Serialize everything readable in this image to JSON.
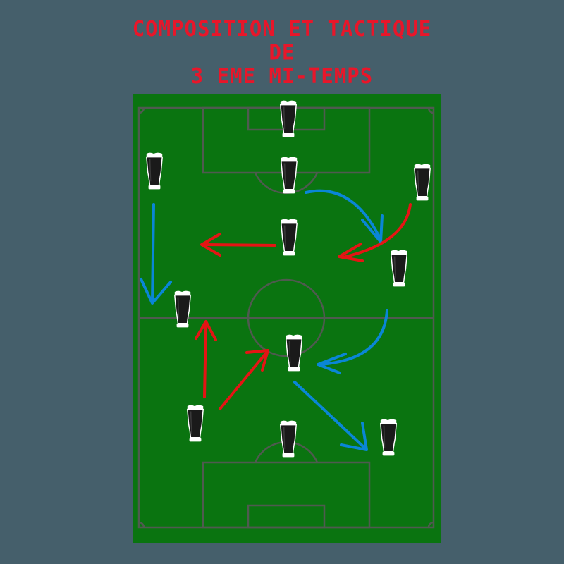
{
  "title": {
    "line1": "COMPOSITION ET TACTIQUE",
    "line2": "DE",
    "line3": "3 EME MI-TEMPS"
  },
  "colors": {
    "background": "#455f6b",
    "pitch": "#0a7410",
    "lines": "#4f5a4f",
    "title": "#e8162a",
    "arrow_red": "#e51414",
    "arrow_blue": "#0a86d6",
    "glass_beer": "#1a1a1a",
    "glass_foam": "#ffffff"
  },
  "players": [
    {
      "id": "goalkeeper-top"
    },
    {
      "id": "player-left-top"
    },
    {
      "id": "player-center-top"
    },
    {
      "id": "player-right-top"
    },
    {
      "id": "player-center-mid"
    },
    {
      "id": "player-right-mid"
    },
    {
      "id": "player-left-mid"
    },
    {
      "id": "player-center-low"
    },
    {
      "id": "player-left-low"
    },
    {
      "id": "player-center-bottom"
    },
    {
      "id": "player-right-bottom"
    }
  ],
  "arrows": [
    {
      "id": "arrow-blue-left-down",
      "color": "blue"
    },
    {
      "id": "arrow-blue-top-right",
      "color": "blue"
    },
    {
      "id": "arrow-red-right-curve",
      "color": "red"
    },
    {
      "id": "arrow-red-center-left",
      "color": "red"
    },
    {
      "id": "arrow-blue-right-curve",
      "color": "blue"
    },
    {
      "id": "arrow-red-left-up",
      "color": "red"
    },
    {
      "id": "arrow-red-diagonal-up",
      "color": "red"
    },
    {
      "id": "arrow-blue-diagonal-down",
      "color": "blue"
    }
  ]
}
